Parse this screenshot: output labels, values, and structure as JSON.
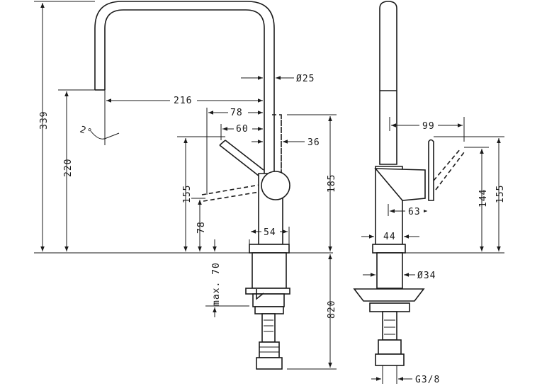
{
  "side_view": {
    "dim_total_height": "339",
    "dim_spout_height": "220",
    "dim_reach": "216",
    "dim_spout_diameter": "Ø25",
    "dim_handle_offset": "78",
    "dim_handle_offset_2": "60",
    "dim_handle_angle": "2°",
    "dim_handle_depth": "36",
    "dim_body_height": "185",
    "dim_handle_height": "155",
    "dim_handle_low": "78",
    "dim_base_width": "54",
    "dim_max_thickness": "max. 70",
    "dim_below_deck": "820"
  },
  "front_view": {
    "dim_handle_reach": "99",
    "dim_body_width": "63",
    "dim_height_1": "144",
    "dim_height_2": "155",
    "dim_base": "44",
    "dim_shank_diameter": "Ø34",
    "dim_thread": "G3/8"
  }
}
